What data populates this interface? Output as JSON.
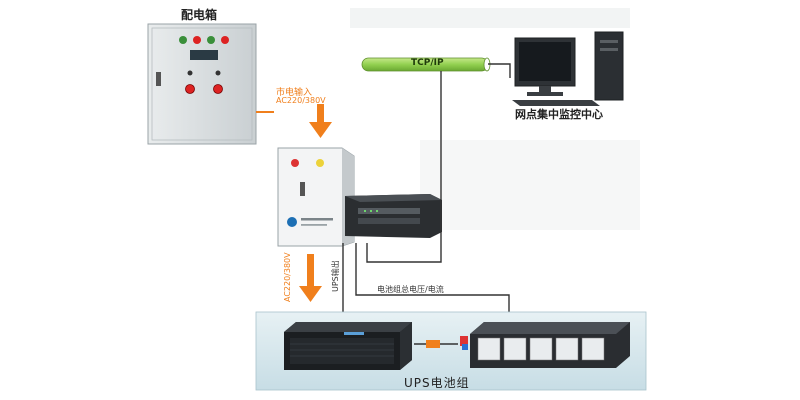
{
  "labels": {
    "distribution_box": "配电箱",
    "mains_input": "市电输入",
    "ac_input_voltage": "AC220/380V",
    "tcp_ip": "TCP/IP",
    "monitoring_center": "网点集中监控中心",
    "ac_output_voltage": "AC220/380V",
    "ups_output": "UPS输出",
    "battery_signal": "电池组总电压/电流",
    "ups_battery_group": "UPS电池组"
  },
  "colors": {
    "arrow_orange": "#f07f1c",
    "tcp_bar_green": "#92d050",
    "line_gray": "#333333",
    "panel_bg": "#d8e8ee"
  }
}
